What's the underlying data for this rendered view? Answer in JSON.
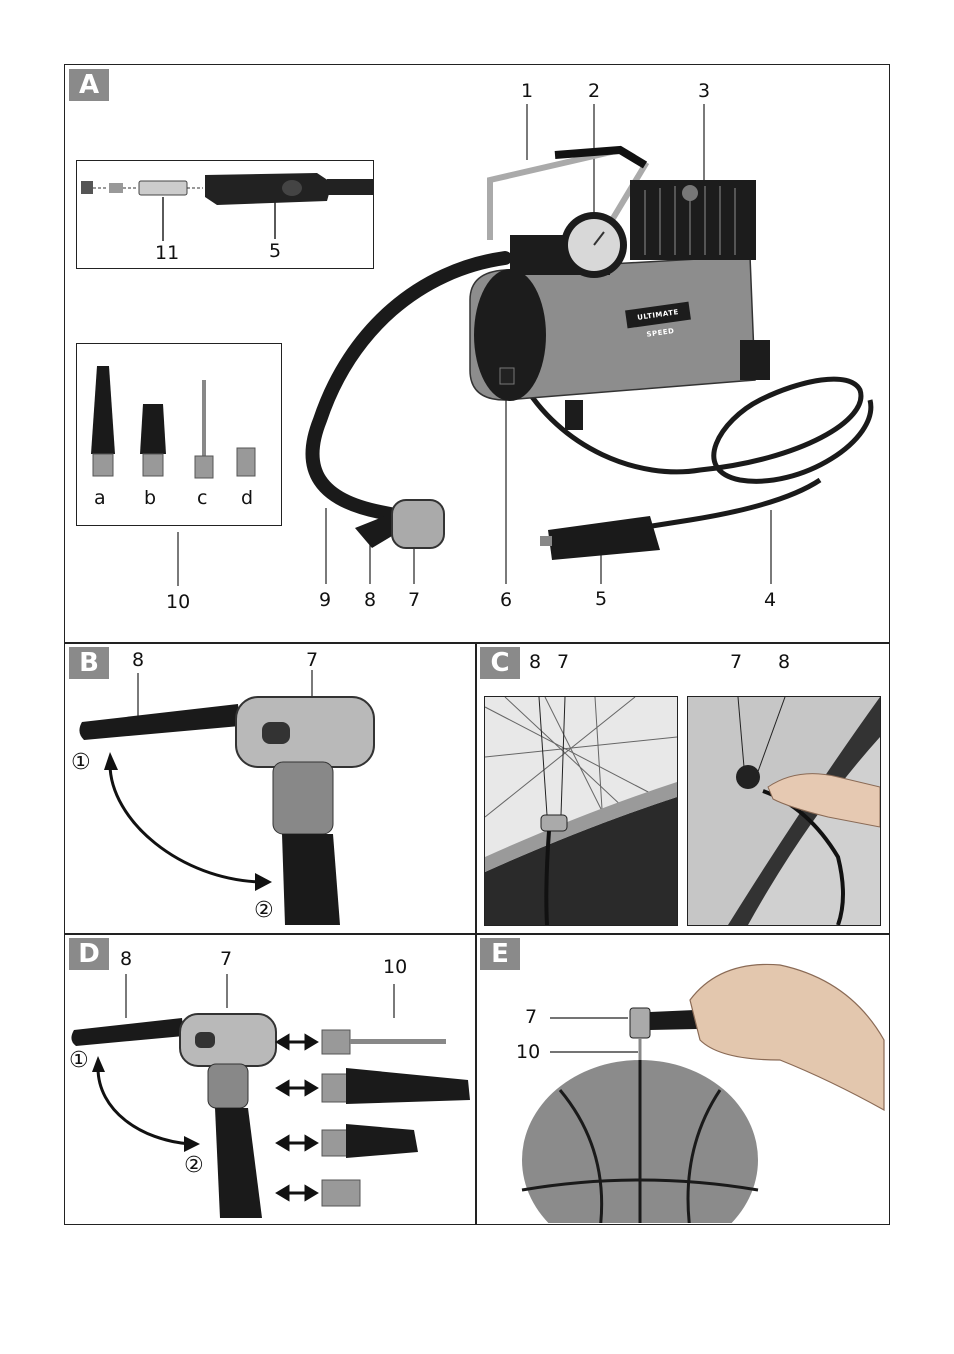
{
  "panels": {
    "A": {
      "tag": "A"
    },
    "B": {
      "tag": "B"
    },
    "C": {
      "tag": "C"
    },
    "D": {
      "tag": "D"
    },
    "E": {
      "tag": "E"
    }
  },
  "panelA": {
    "callouts": {
      "n1": "1",
      "n2": "2",
      "n3": "3",
      "n4": "4",
      "n5": "5",
      "n6": "6",
      "n7": "7",
      "n8": "8",
      "n9": "9",
      "n10": "10"
    },
    "inset_fuse": {
      "n11": "11",
      "n5": "5"
    },
    "inset_adapters": {
      "a": "a",
      "b": "b",
      "c": "c",
      "d": "d"
    },
    "brand_text": "ULTIMATE SPEED"
  },
  "panelB": {
    "n8": "8",
    "n7": "7",
    "pos1": "①",
    "pos2": "②"
  },
  "panelC": {
    "left": {
      "n8": "8",
      "n7": "7"
    },
    "right": {
      "n7": "7",
      "n8": "8"
    }
  },
  "panelD": {
    "n8": "8",
    "n7": "7",
    "n10": "10",
    "pos1": "①",
    "pos2": "②"
  },
  "panelE": {
    "n7": "7",
    "n10": "10"
  },
  "colors": {
    "frame": "#222222",
    "tag_bg": "#8a8a8a",
    "body_grey": "#8d8d8d",
    "dark": "#1c1c1c"
  }
}
